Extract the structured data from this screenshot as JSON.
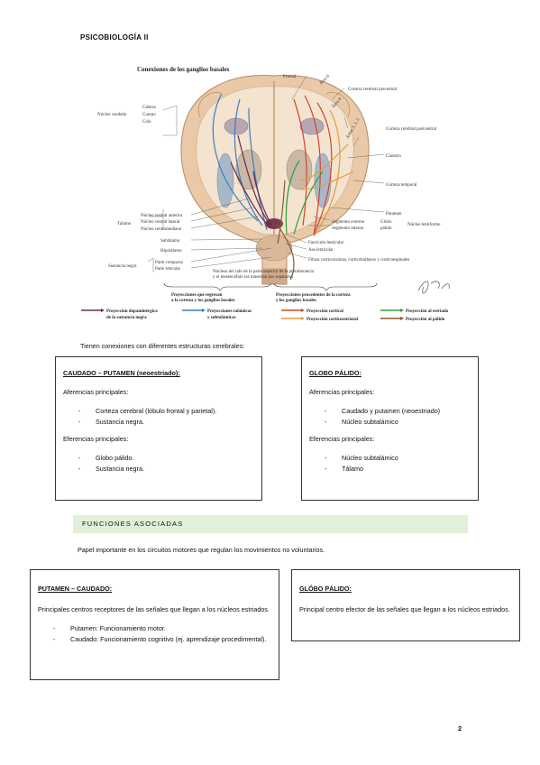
{
  "header": {
    "title": "PSICOBIOLOGÍA II"
  },
  "figure": {
    "title": "Conexiones de los ganglios basales",
    "labels": {
      "frontal": "Frontal",
      "area6": "Área 6",
      "area4": "Área 4",
      "corteza_precentral": "Corteza cerebral precentral",
      "corteza_postcentral": "Corteza cerebral postcentral",
      "areas312": "Áreas 3, 1, 2",
      "claustro": "Claustro",
      "corteza_temporal": "Corteza temporal",
      "putamen": "Putamen",
      "seg_externo": "Segmento externo",
      "seg_interno": "Segmento interno",
      "globo": "Globo",
      "palido": "pálido",
      "nucleo_lenticular": "Núcleo lentiforme",
      "fasciculo": "Fascículo lenticular",
      "asa": "Asa lenticular",
      "fibras": "Fibras corticorrubras, corticobulbares y corticoespinales",
      "cabeza": "Cabeza",
      "cuerpo": "Cuerpo",
      "cola": "Cola",
      "nucleo_caudado": "Núcleo caudado",
      "nuc_ventral_anterior": "Núcleo ventral anterior",
      "nuc_ventral_lateral": "Núcleo ventral lateral",
      "nuc_centromediano": "Núcleo centromediano",
      "talamo": "Tálamo",
      "subtalamo": "Subtálamo",
      "hipotalamo": "Hipotálamo",
      "parte_compacta": "Parte compacta",
      "parte_reticular": "Parte reticular",
      "sustancia_negra": "Sustancia negra",
      "rafe_1": "Núcleos del rafe de la parte superior de la protuberancia",
      "rafe_2": "y el mesencéfalo (se muestran por separado)",
      "proy_regresan_1": "Proyecciones que regresan",
      "proy_regresan_2": "a la corteza y los ganglios basales",
      "proy_proced_1": "Proyecciones procedentes de la corteza",
      "proy_proced_2": "y los ganglios basales"
    },
    "legend": {
      "dopa_1": "Proyección dopaminérgica",
      "dopa_2": "de la sustancia negra",
      "talam_1": "Proyecciones talámicas",
      "talam_2": "y subtalámicas",
      "cortical": "Proyección cortical",
      "corticoestriatal": "Proyección corticoestriatal",
      "estriado": "Proyección al estriado",
      "palido": "Proyección al pálido"
    },
    "colors": {
      "dopaminergic": "#6e2a4a",
      "thalamic": "#3a7fc2",
      "cortical": "#d0462c",
      "corticostriatal": "#e89a3c",
      "striatal": "#2fa33f",
      "pallidal": "#8a5a2b"
    }
  },
  "intro": "Tienen conexiones con diferentes estructuras cerebrales:",
  "caudado_putamen": {
    "title": "CAUDADO – PUTAMEN (neoestriado):",
    "aferencias_label": "Aferencias principales:",
    "aferencias": [
      "Corteza cerebral (lóbulo frontal y parietal).",
      "Sustancia negra."
    ],
    "eferencias_label": "Eferencias principales:",
    "eferencias": [
      "Globo pálido.",
      "Sustancia negra."
    ]
  },
  "globo_palido": {
    "title": "GLOBO PÁLIDO:",
    "aferencias_label": "Aferencias principales:",
    "aferencias": [
      "Caudado y putamen (neoestriado)",
      "Núcleo subtalámico"
    ],
    "eferencias_label": "Eferencias principales:",
    "eferencias": [
      "Núcleo subtalámico",
      "Tálamo"
    ]
  },
  "funciones": {
    "heading": "FUNCIONES ASOCIADAS",
    "paragraph": "Papel importante en los circuitos motores que regulan los movimientos no voluntarios."
  },
  "putamen_caudado_func": {
    "title": "PUTAMEN – CAUDADO:",
    "text": "Principales centros receptores de las señales que llegan a los núcleos estriados.",
    "items": [
      "Putamen: Funcionamiento motor.",
      "Caudado: Funcionamiento cognitivo (ej. aprendizaje procedimental)."
    ]
  },
  "globo_func": {
    "title": "GLÓBO PÁLIDO:",
    "text": "Principal centro efector de las señales que llegan a los núcleos estriados."
  },
  "page_number": "2"
}
